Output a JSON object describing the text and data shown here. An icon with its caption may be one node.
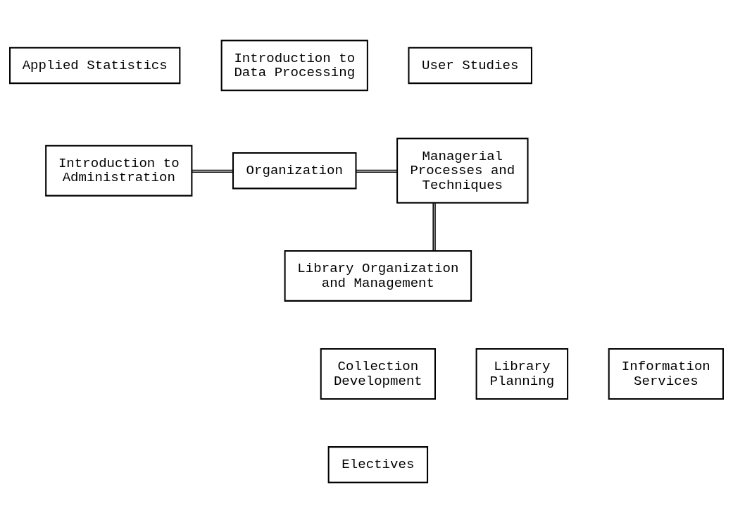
{
  "diagram": {
    "nodes": [
      {
        "text": [
          "Applied Statistics"
        ]
      },
      {
        "text": [
          "Introduction to Data Processing"
        ]
      },
      {
        "text": [
          "User Studies"
        ]
      },
      {
        "text": [
          "Introduction to Administration"
        ]
      },
      {
        "text": [
          "Organization"
        ]
      },
      {
        "text": [
          "Managerial Processes and Techniques"
        ]
      },
      {
        "text": [
          "Library Organization and Management"
        ]
      },
      {
        "text": [
          "Library Planning"
        ]
      },
      {
        "text": [
          "Collection Development"
        ]
      },
      {
        "text": [
          "Information Services"
        ]
      },
      {
        "text": [
          "Electives"
        ]
      }
    ],
    "edges": [
      {
        "from": 3,
        "to": 4,
        "arrow": "none"
      },
      {
        "from": 4,
        "to": 5,
        "arrow": "none"
      },
      {
        "from": 5,
        "to": 6,
        "arrow": "none"
      }
    ]
  }
}
